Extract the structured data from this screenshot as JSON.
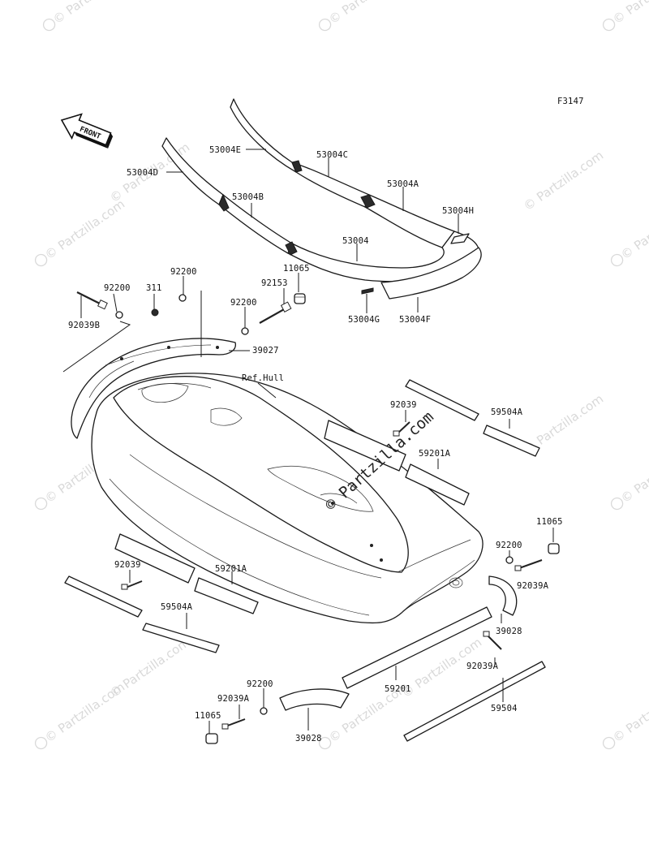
{
  "figure_code": "F3147",
  "front_label": "FRONT",
  "center_watermark": "© Partzilla.com",
  "watermark_text": "© Partzilla.com",
  "part_labels": {
    "p53004E": "53004E",
    "p53004C": "53004C",
    "p53004D": "53004D",
    "p53004A": "53004A",
    "p53004B": "53004B",
    "p53004H": "53004H",
    "p53004": "53004",
    "p53004G": "53004G",
    "p53004F": "53004F",
    "p92200_a": "92200",
    "p311": "311",
    "p92200_b": "92200",
    "p11065_a": "11065",
    "p92153": "92153",
    "p92039B": "92039B",
    "p92200_c": "92200",
    "p39027": "39027",
    "refhull": "Ref.Hull",
    "p92039_a": "92039",
    "p59504A_a": "59504A",
    "p59201A_a": "59201A",
    "p11065_b": "11065",
    "p92200_d": "92200",
    "p92039A_a": "92039A",
    "p92039_b": "92039",
    "p59201A_b": "59201A",
    "p59504A_b": "59504A",
    "p39028_a": "39028",
    "p92039A_b": "92039A",
    "p92200_e": "92200",
    "p59201": "59201",
    "p92039A_c": "92039A",
    "p11065_c": "11065",
    "p59504": "59504",
    "p39028_b": "39028"
  }
}
